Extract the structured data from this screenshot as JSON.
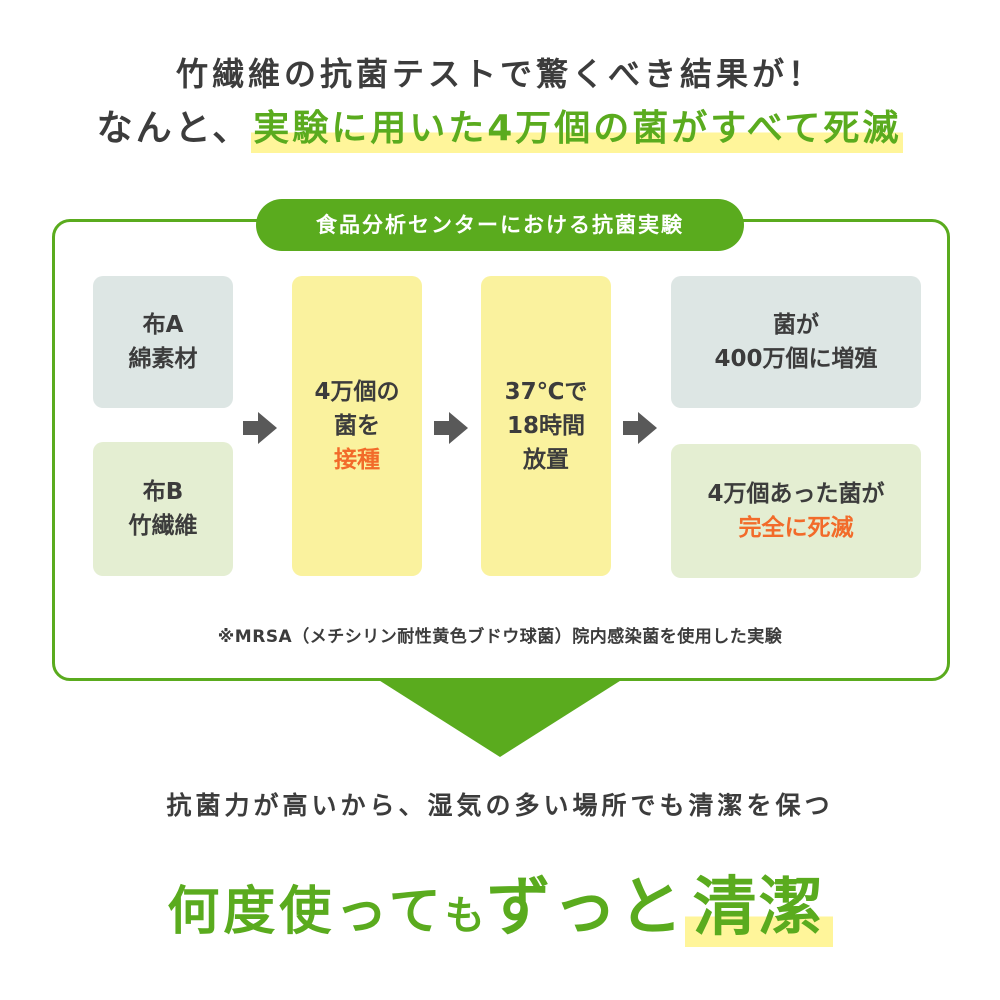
{
  "headline": {
    "line1": "竹繊維の抗菌テストで驚くべき結果が！",
    "line2_prefix": "なんと、",
    "line2_highlight": "実験に用いた4万個の菌がすべて死滅"
  },
  "panel": {
    "title": "食品分析センターにおける抗菌実験",
    "fabric_a": {
      "line1": "布A",
      "line2": "綿素材"
    },
    "fabric_b": {
      "line1": "布B",
      "line2": "竹繊維"
    },
    "step1": {
      "line1": "4万個の",
      "line2": "菌を",
      "line3": "接種"
    },
    "step2": {
      "line1": "37℃で",
      "line2": "18時間",
      "line3": "放置"
    },
    "result_a": {
      "line1": "菌が",
      "line2": "400万個に増殖"
    },
    "result_b": {
      "line1": "4万個あった菌が",
      "line2": "完全に死滅"
    },
    "note": "※MRSA（メチシリン耐性黄色ブドウ球菌）院内感染菌を使用した実験"
  },
  "footer": {
    "subtitle": "抗菌力が高いから、湿気の多い場所でも清潔を保つ",
    "big_part1": "何度使って",
    "big_part2": "も",
    "big_part3": "ずっと",
    "big_part4": "清潔"
  },
  "icons": {
    "arrow": "right-arrow-icon",
    "down": "down-triangle-icon"
  },
  "colors": {
    "green": "#5aab1e",
    "orange": "#f26b2a",
    "yellow": "#faf29e",
    "highlight": "#fff59a",
    "gray_box": "#dde6e4",
    "green_box": "#e4eed2",
    "arrow": "#595959"
  }
}
